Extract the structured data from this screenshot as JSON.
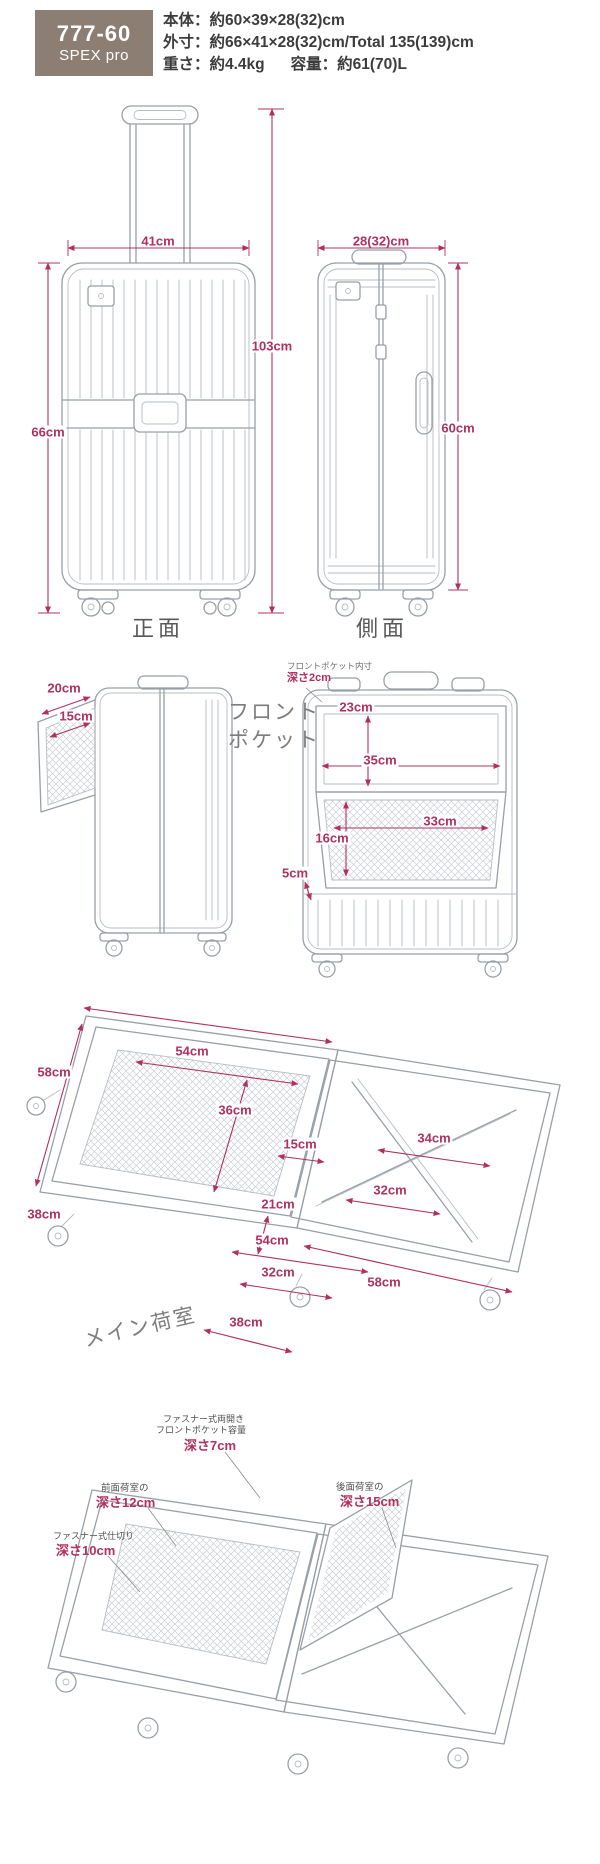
{
  "colors": {
    "accent": "#b03060",
    "badge_background": "#8c7e73",
    "drawing_line": "#98a0a7",
    "text": "#3c3c3c"
  },
  "header": {
    "model": "777-60",
    "series": "SPEX pro",
    "spec_body": "本体：約60×39×28(32)cm",
    "spec_outer": "外寸：約66×41×28(32)cm/Total 135(139)cm",
    "spec_weight": "重さ：約4.4kg",
    "spec_capacity": "容量：約61(70)L"
  },
  "front_view": {
    "caption": "正面",
    "width": "41cm",
    "total_height": "103cm",
    "body_height": "66cm"
  },
  "side_view": {
    "caption": "側面",
    "depth": "28(32)cm",
    "height": "60cm"
  },
  "front_pocket": {
    "caption_line1": "フロント",
    "caption_line2": "ポケット",
    "open_width": "20cm",
    "inner_width": "15cm",
    "note_title": "フロントポケット内寸",
    "note_depth": "深さ2cm",
    "opening_height": "23cm",
    "opening_width": "35cm",
    "mesh_width": "33cm",
    "mesh_height": "16cm",
    "lip_height": "5cm"
  },
  "main_compartment": {
    "caption": "メイン荷室",
    "lid_length": "58cm",
    "lid_inner_length": "54cm",
    "lid_inner_width": "36cm",
    "lid_width": "38cm",
    "hinge_gap": "15cm",
    "strap_span": "34cm",
    "strap_width": "32cm",
    "center_gap": "21cm",
    "base_inner_length": "54cm",
    "base_inner_width": "32cm",
    "base_width": "38cm",
    "base_length": "58cm"
  },
  "depth_notes": {
    "front_pocket": {
      "line1": "ファスナー式両開き",
      "line2": "フロントポケット容量",
      "value": "深さ7cm"
    },
    "front_body": {
      "line1": "前面荷室の",
      "value": "深さ12cm"
    },
    "divider": {
      "line1": "ファスナー式仕切り",
      "value": "深さ10cm"
    },
    "rear_body": {
      "line1": "後面荷室の",
      "value": "深さ15cm"
    }
  }
}
